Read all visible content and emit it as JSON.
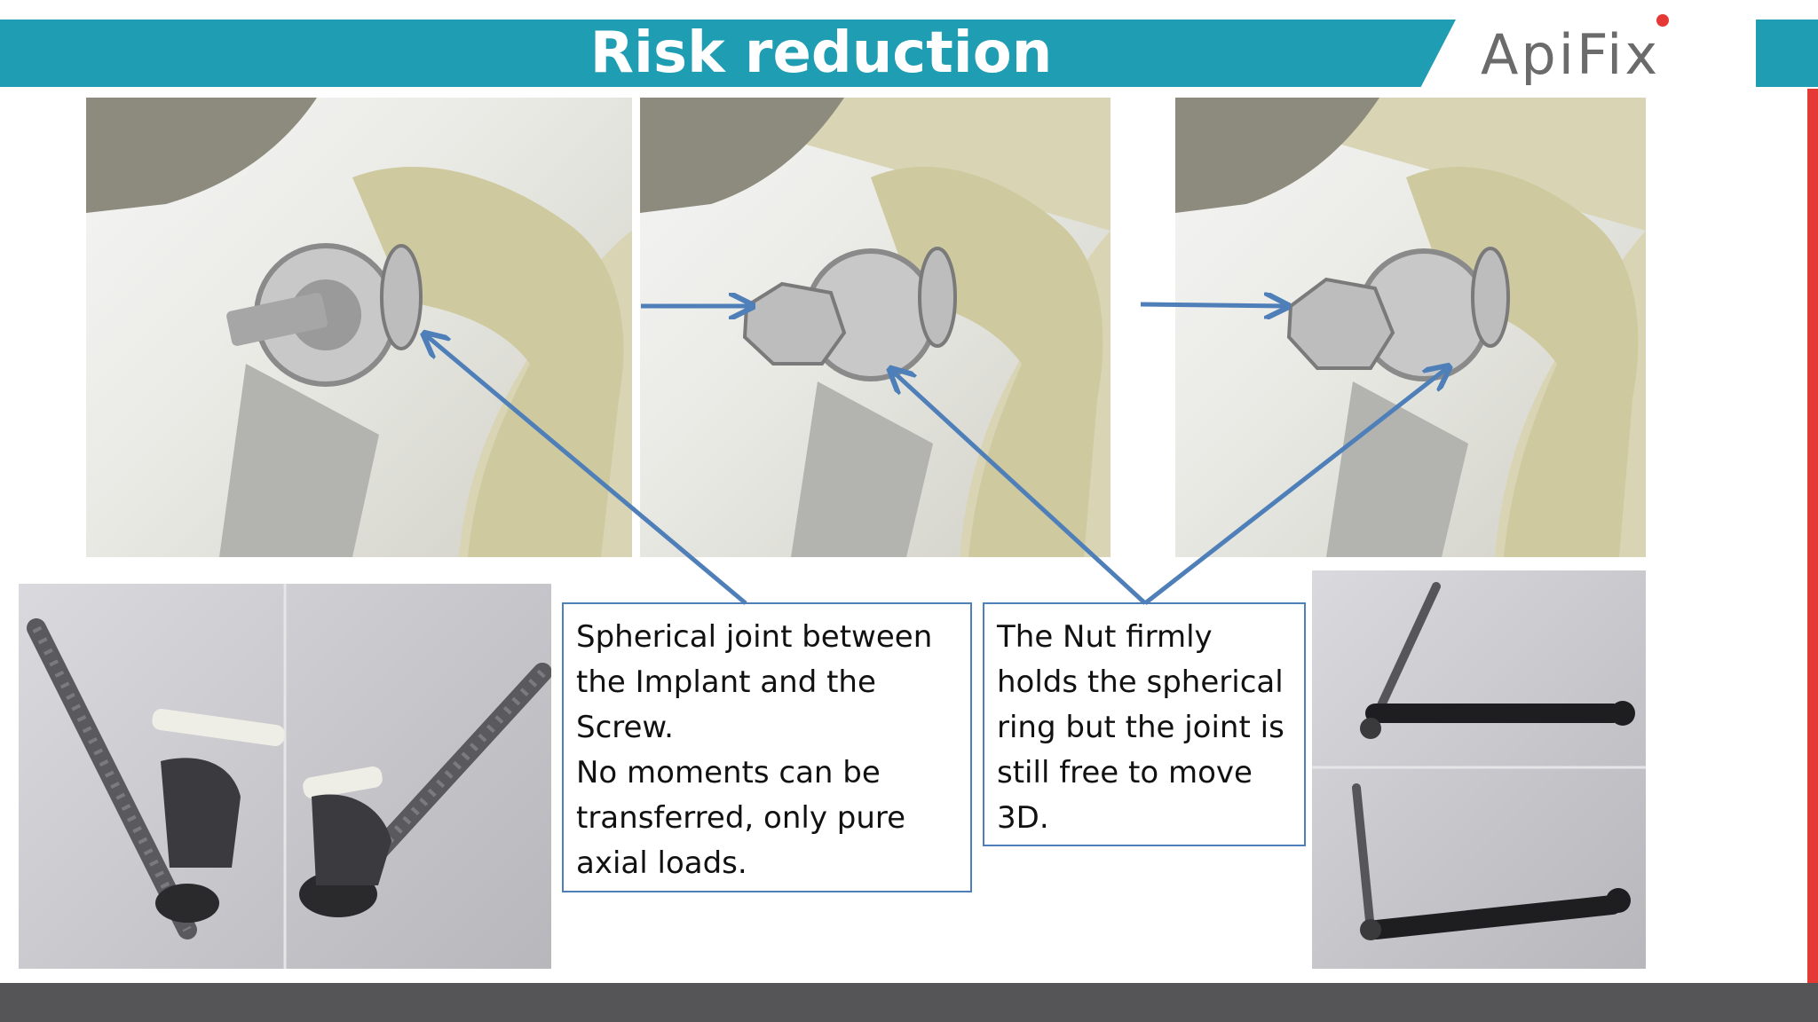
{
  "header": {
    "title": "Risk reduction"
  },
  "logo": {
    "text": "ApiFix"
  },
  "panels": [
    {
      "name": "implant-without-nut-render"
    },
    {
      "name": "implant-nut-on-render"
    },
    {
      "name": "implant-nut-tightened-render"
    }
  ],
  "callouts": {
    "left": "Spherical joint between\nthe Implant and the\nScrew.\nNo moments can be\ntransferred, only pure\naxial loads.",
    "right": "The Nut firmly\nholds the spherical\nring but the joint is\nstill free to move\n3D."
  },
  "colors": {
    "header_band": "#1f9db3",
    "accent_red": "#e53935",
    "arrow": "#4f7fb8",
    "footer": "#555557"
  }
}
